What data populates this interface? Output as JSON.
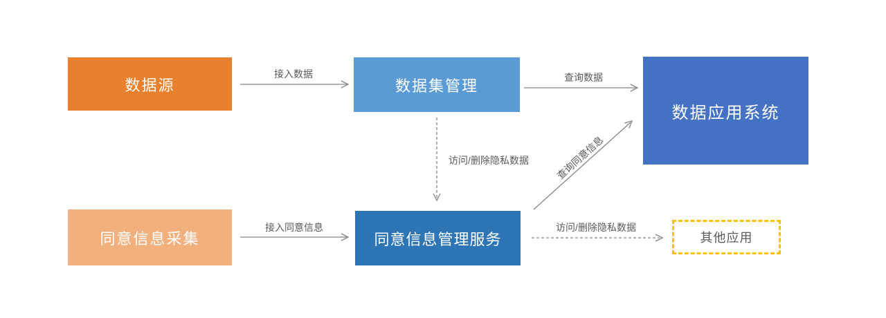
{
  "diagram": {
    "background_color": "#ffffff",
    "nodes": [
      {
        "id": "data-source",
        "label": "数据源",
        "fill": "#E8802D",
        "text_color": "#ffffff"
      },
      {
        "id": "dataset-management",
        "label": "数据集管理",
        "fill": "#5B9BD5",
        "text_color": "#ffffff"
      },
      {
        "id": "data-application-system",
        "label": "数据应用系统",
        "fill": "#4472C4",
        "text_color": "#ffffff"
      },
      {
        "id": "consent-info-collection",
        "label": "同意信息采集",
        "fill": "#F2B07E",
        "text_color": "#ffffff"
      },
      {
        "id": "consent-management-service",
        "label": "同意信息管理服务",
        "fill": "#2E75B6",
        "text_color": "#ffffff"
      },
      {
        "id": "other-applications",
        "label": "其他应用",
        "fill": "#ffffff",
        "text_color": "#595959",
        "border_color": "#FFC000",
        "border_style": "dashed"
      }
    ],
    "edges": [
      {
        "id": "a",
        "from": "data-source",
        "to": "dataset-management",
        "label": "接入数据",
        "style": "solid",
        "direction": "right"
      },
      {
        "id": "b",
        "from": "dataset-management",
        "to": "data-application-system",
        "label": "查询数据",
        "style": "solid",
        "direction": "right"
      },
      {
        "id": "c",
        "from": "consent-info-collection",
        "to": "consent-management-service",
        "label": "接入同意信息",
        "style": "solid",
        "direction": "right"
      },
      {
        "id": "d",
        "from": "dataset-management",
        "to": "consent-management-service",
        "label": "访问/删除隐私数据",
        "style": "dashed",
        "direction": "down"
      },
      {
        "id": "e",
        "from": "consent-management-service",
        "to": "data-application-system",
        "label": "查询同意信息",
        "style": "solid",
        "direction": "up-right"
      },
      {
        "id": "f",
        "from": "consent-management-service",
        "to": "other-applications",
        "label": "访问/删除隐私数据",
        "style": "dashed",
        "direction": "right"
      }
    ],
    "colors": {
      "connector": "#858585",
      "edge_label_text": "#595959",
      "highlight_border": "#FFC000"
    }
  }
}
